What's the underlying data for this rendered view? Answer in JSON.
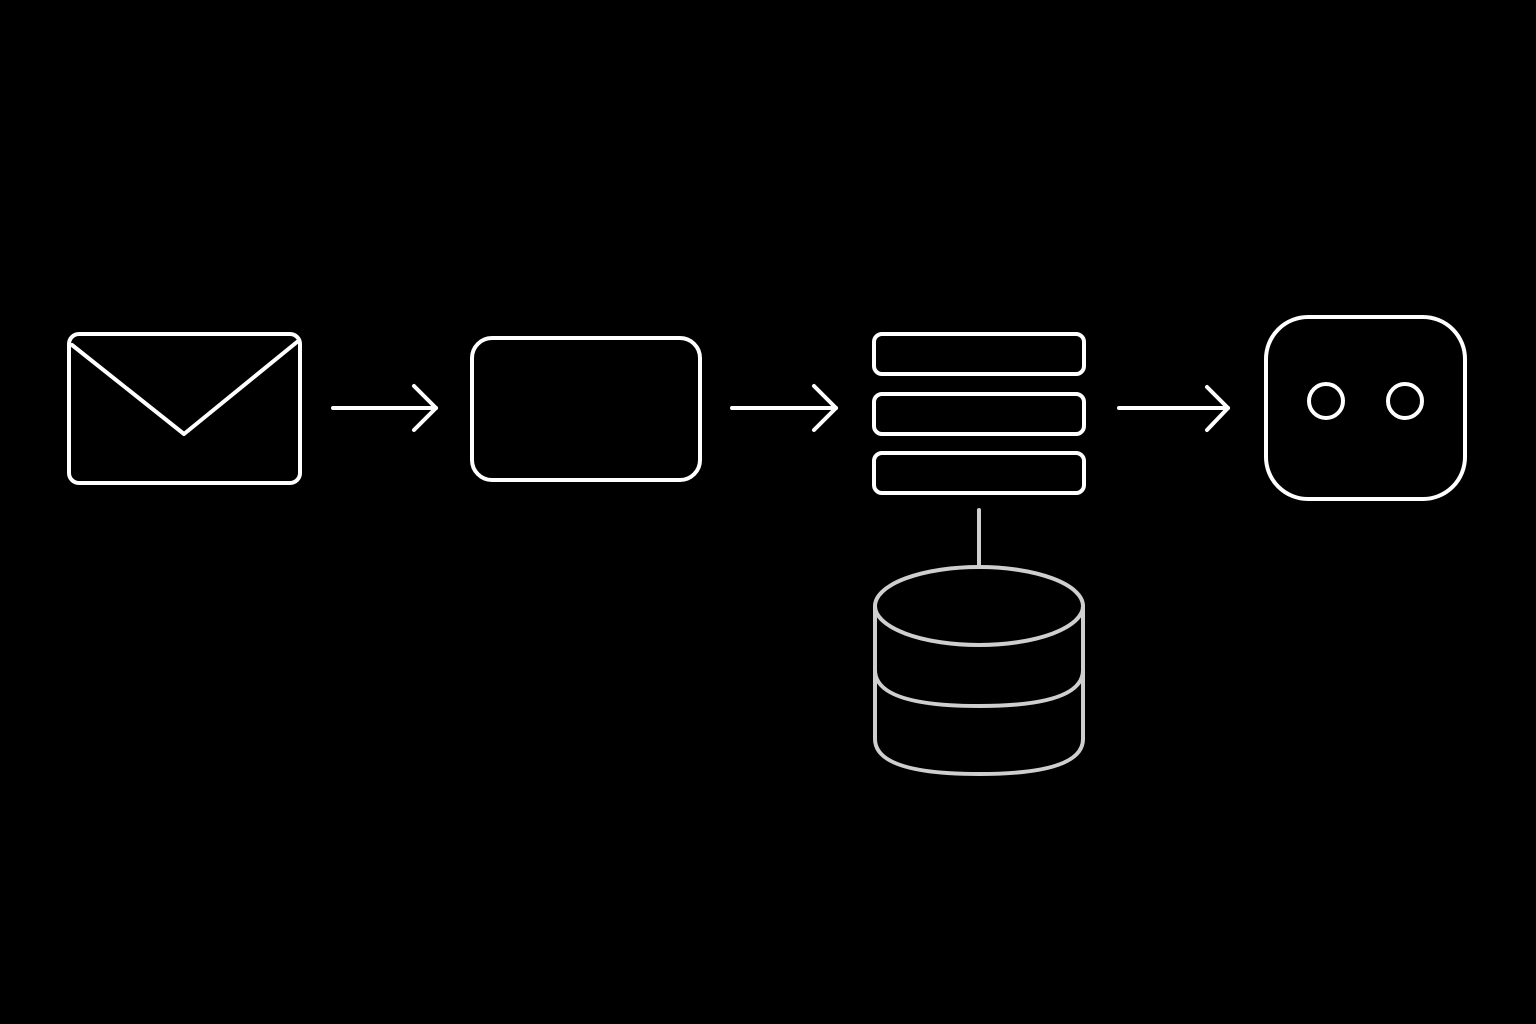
{
  "diagram": {
    "background_color": "#000000",
    "line_color": "#ffffff",
    "database_line_color": "#cfcfcf",
    "nodes": [
      {
        "id": "envelope",
        "icon": "envelope-icon"
      },
      {
        "id": "card",
        "icon": "card-icon"
      },
      {
        "id": "stack",
        "icon": "stacked-list-icon"
      },
      {
        "id": "robot",
        "icon": "robot-face-icon"
      },
      {
        "id": "database",
        "icon": "database-icon"
      }
    ],
    "edges": [
      {
        "from": "envelope",
        "to": "card",
        "type": "arrow"
      },
      {
        "from": "card",
        "to": "stack",
        "type": "arrow"
      },
      {
        "from": "stack",
        "to": "robot",
        "type": "arrow"
      },
      {
        "from": "stack",
        "to": "database",
        "type": "line"
      }
    ]
  }
}
